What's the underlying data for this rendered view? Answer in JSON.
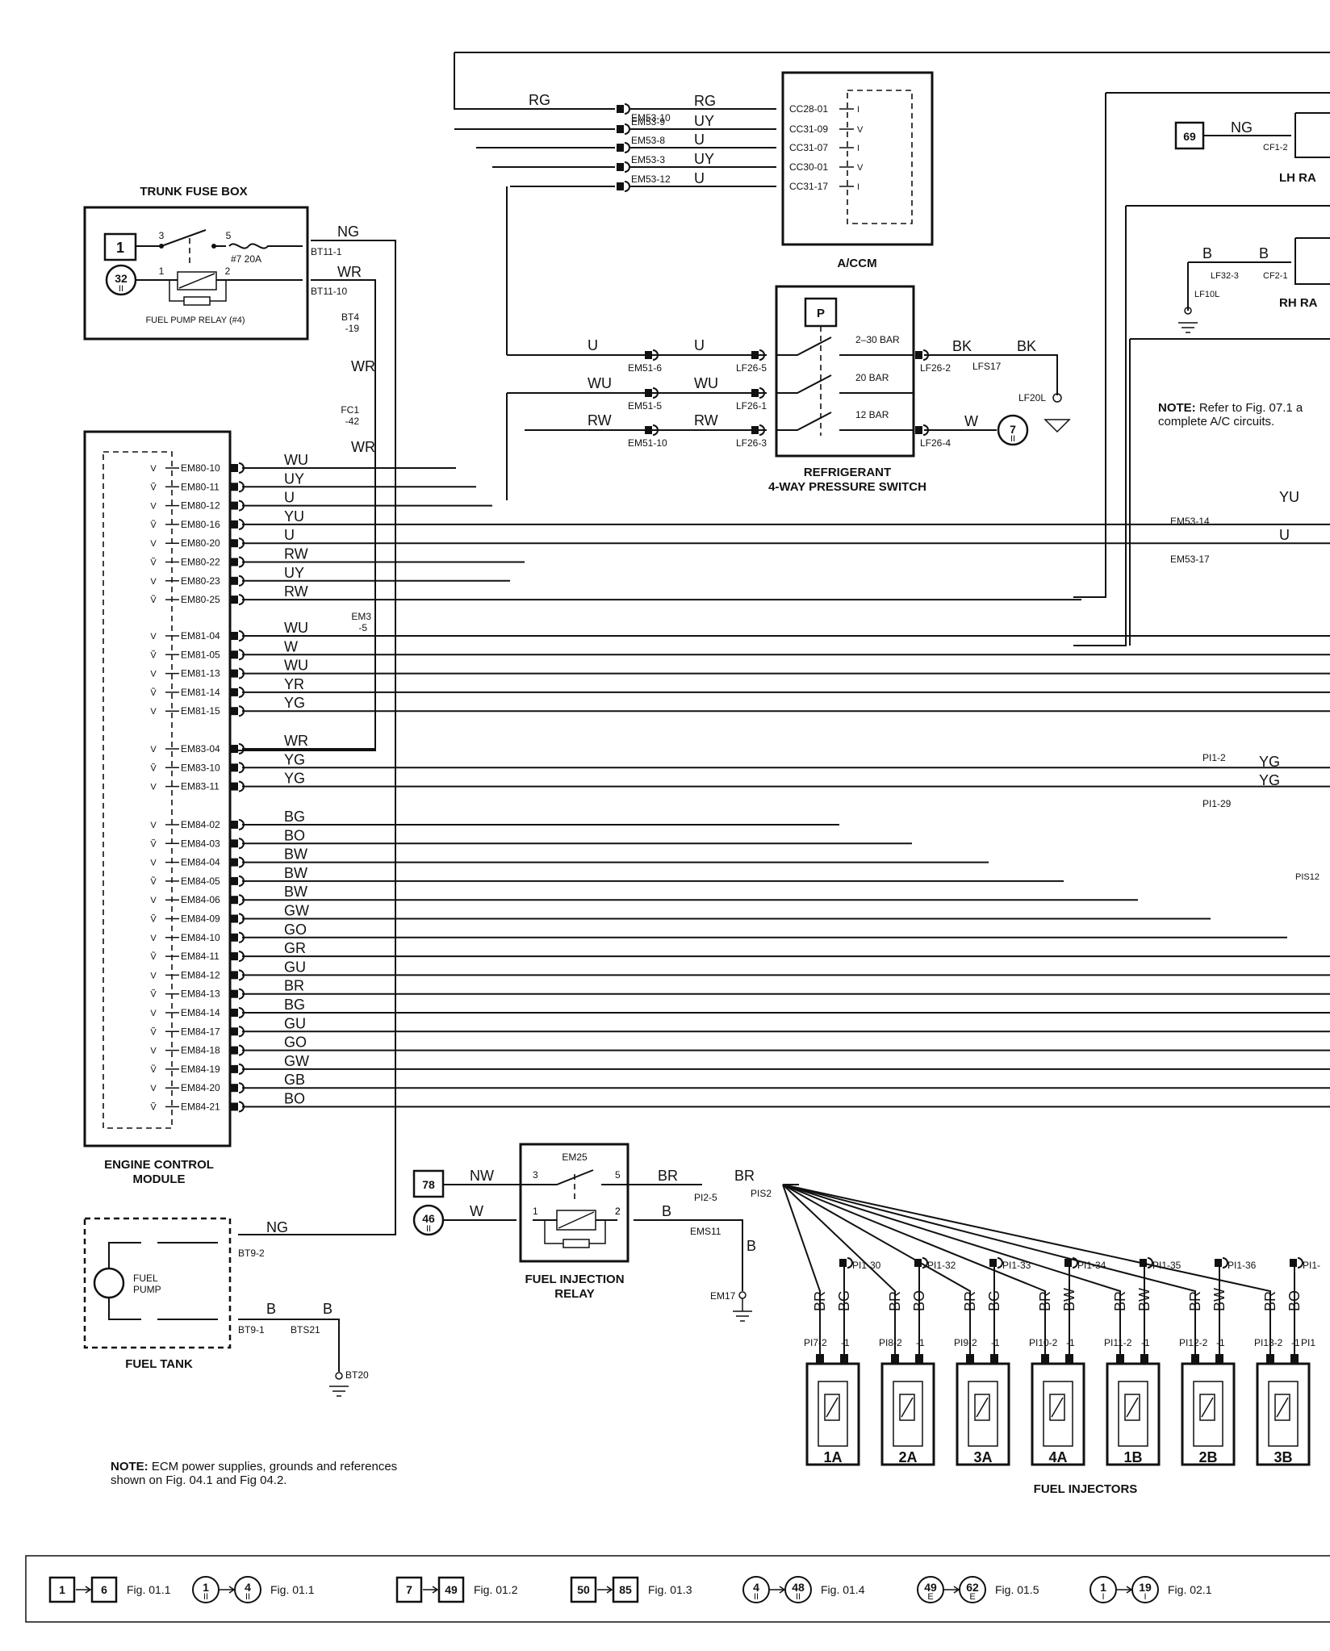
{
  "components": {
    "trunk_fuse_box": "TRUNK FUSE BOX",
    "fuel_pump_relay": "FUEL PUMP RELAY (#4)",
    "fuse": "#7 20A",
    "accm": "A/CCM",
    "pressure_switch_line1": "REFRIGERANT",
    "pressure_switch_line2": "4-WAY PRESSURE SWITCH",
    "ps_p": "P",
    "ps_labels": [
      "2–30 BAR",
      "20 BAR",
      "12 BAR"
    ],
    "ecm_line1": "ENGINE CONTROL",
    "ecm_line2": "MODULE",
    "fuel_tank": "FUEL TANK",
    "fuel_pump_line1": "FUEL",
    "fuel_pump_line2": "PUMP",
    "fi_relay_line1": "FUEL INJECTION",
    "fi_relay_line2": "RELAY",
    "fi_relay_conn": "EM25",
    "fuel_injectors": "FUEL INJECTORS",
    "lh_label": "LH RA",
    "rh_label": "RH RA"
  },
  "refs": {
    "r1": "1",
    "r32": "32",
    "r7": "7",
    "r69": "69",
    "r78": "78",
    "r46": "46",
    "sub_ii": "II"
  },
  "accm_pins": [
    "CC28-01",
    "CC31-09",
    "CC31-07",
    "CC30-01",
    "CC31-17"
  ],
  "accm_em": [
    "EM53-10",
    "EM53-9",
    "EM53-8",
    "EM53-3",
    "EM53-12"
  ],
  "accm_wires": [
    "RG",
    "UY",
    "U",
    "UY",
    "U"
  ],
  "rg_top": "RG",
  "ps_left_wires": [
    "U",
    "WU",
    "RW"
  ],
  "ps_em": [
    "EM51-6",
    "EM51-5",
    "EM51-10"
  ],
  "ps_lf": [
    "LF26-5",
    "LF26-1",
    "LF26-3"
  ],
  "ps_right": {
    "lf262": "LF26-2",
    "bk1": "BK",
    "lfs17": "LFS17",
    "bk2": "BK",
    "lf20l": "LF20L",
    "lf264": "LF26-4",
    "w": "W"
  },
  "fuse_box": {
    "bt111": "BT11-1",
    "bt1110": "BT11-10",
    "ng": "NG",
    "wr": "WR",
    "pin3": "3",
    "pin5": "5",
    "pin1": "1",
    "pin2": "2",
    "bt4": "BT4",
    "bt4b": "-19",
    "wr2": "WR",
    "fc1": "FC1",
    "fc1b": "-42",
    "wr3": "WR"
  },
  "ecm_pins": [
    {
      "pin": "EM80-10",
      "wire": "WU"
    },
    {
      "pin": "EM80-11",
      "wire": "UY"
    },
    {
      "pin": "EM80-12",
      "wire": "U"
    },
    {
      "pin": "EM80-16",
      "wire": "YU"
    },
    {
      "pin": "EM80-20",
      "wire": "U"
    },
    {
      "pin": "EM80-22",
      "wire": "RW"
    },
    {
      "pin": "EM80-23",
      "wire": "UY"
    },
    {
      "pin": "EM80-25",
      "wire": "RW"
    },
    {
      "pin": "EM81-04",
      "wire": "WU"
    },
    {
      "pin": "EM81-05",
      "wire": "W"
    },
    {
      "pin": "EM81-13",
      "wire": "WU"
    },
    {
      "pin": "EM81-14",
      "wire": "YR"
    },
    {
      "pin": "EM81-15",
      "wire": "YG"
    },
    {
      "pin": "EM83-04",
      "wire": "WR"
    },
    {
      "pin": "EM83-10",
      "wire": "YG"
    },
    {
      "pin": "EM83-11",
      "wire": "YG"
    },
    {
      "pin": "EM84-02",
      "wire": "BG"
    },
    {
      "pin": "EM84-03",
      "wire": "BO"
    },
    {
      "pin": "EM84-04",
      "wire": "BW"
    },
    {
      "pin": "EM84-05",
      "wire": "BW"
    },
    {
      "pin": "EM84-06",
      "wire": "BW"
    },
    {
      "pin": "EM84-09",
      "wire": "GW"
    },
    {
      "pin": "EM84-10",
      "wire": "GO"
    },
    {
      "pin": "EM84-11",
      "wire": "GR"
    },
    {
      "pin": "EM84-12",
      "wire": "GU"
    },
    {
      "pin": "EM84-13",
      "wire": "BR"
    },
    {
      "pin": "EM84-14",
      "wire": "BG"
    },
    {
      "pin": "EM84-17",
      "wire": "GU"
    },
    {
      "pin": "EM84-18",
      "wire": "GO"
    },
    {
      "pin": "EM84-19",
      "wire": "GW"
    },
    {
      "pin": "EM84-20",
      "wire": "GB"
    },
    {
      "pin": "EM84-21",
      "wire": "BO"
    }
  ],
  "em3": {
    "a": "EM3",
    "b": "-5"
  },
  "right_conns": {
    "em5314": "EM53-14",
    "yu": "YU",
    "em5317": "EM53-17",
    "u": "U",
    "pi12": "PI1-2",
    "yg1": "YG",
    "pi129": "PI1-29",
    "yg2": "YG",
    "pis12": "PIS12"
  },
  "lh": {
    "ng": "NG",
    "cf12": "CF1-2"
  },
  "rh": {
    "b1": "B",
    "b2": "B",
    "lf323": "LF32-3",
    "cf21": "CF2-1",
    "lf10l": "LF10L"
  },
  "note_ac": {
    "bold": "NOTE:",
    "line1": " Refer to Fig. 07.1 a",
    "line2": "complete A/C circuits."
  },
  "fuel_tank_conns": {
    "bt92": "BT9-2",
    "ng": "NG",
    "bt91": "BT9-1",
    "bts21": "BTS21",
    "b1": "B",
    "b2": "B",
    "bt20": "BT20"
  },
  "fi_relay": {
    "nw": "NW",
    "w": "W",
    "br1": "BR",
    "br2": "BR",
    "pi25": "PI2-5",
    "pis2": "PIS2",
    "b1": "B",
    "b2": "B",
    "ems11": "EMS11",
    "em17": "EM17",
    "p3": "3",
    "p5": "5",
    "p1": "1",
    "p2": "2"
  },
  "injectors": [
    {
      "name": "1A",
      "pi": "PI1-30",
      "sig": "BG",
      "pin": "PI7-2"
    },
    {
      "name": "2A",
      "pi": "PI1-32",
      "sig": "BO",
      "pin": "PI8-2"
    },
    {
      "name": "3A",
      "pi": "PI1-33",
      "sig": "BG",
      "pin": "PI9-2"
    },
    {
      "name": "4A",
      "pi": "PI1-34",
      "sig": "BW",
      "pin": "PI10-2"
    },
    {
      "name": "1B",
      "pi": "PI1-35",
      "sig": "BW",
      "pin": "PI11-2"
    },
    {
      "name": "2B",
      "pi": "PI1-36",
      "sig": "BW",
      "pin": "PI12-2"
    },
    {
      "name": "3B",
      "pi": "PI1-",
      "sig": "BO",
      "pin": "PI13-2"
    }
  ],
  "inj_pwr": "BR",
  "inj_pin1": "-1",
  "inj_last_right": "PI1",
  "note_ecm": {
    "bold": "NOTE:",
    "line1": " ECM power supplies, grounds and references",
    "line2": "shown on Fig. 04.1 and Fig 04.2."
  },
  "footer": [
    {
      "a": "1",
      "b": "6",
      "fig": "Fig. 01.1",
      "shape": "square"
    },
    {
      "a": "1",
      "b": "4",
      "fig": "Fig. 01.1",
      "shape": "circle",
      "sub": "II"
    },
    {
      "a": "7",
      "b": "49",
      "fig": "Fig. 01.2",
      "shape": "square"
    },
    {
      "a": "50",
      "b": "85",
      "fig": "Fig. 01.3",
      "shape": "square"
    },
    {
      "a": "4",
      "b": "48",
      "fig": "Fig. 01.4",
      "shape": "circle",
      "sub": "II"
    },
    {
      "a": "49",
      "b": "62",
      "fig": "Fig. 01.5",
      "shape": "circle",
      "sub": "E"
    },
    {
      "a": "1",
      "b": "19",
      "fig": "Fig. 02.1",
      "shape": "circle",
      "sub": "I"
    }
  ]
}
